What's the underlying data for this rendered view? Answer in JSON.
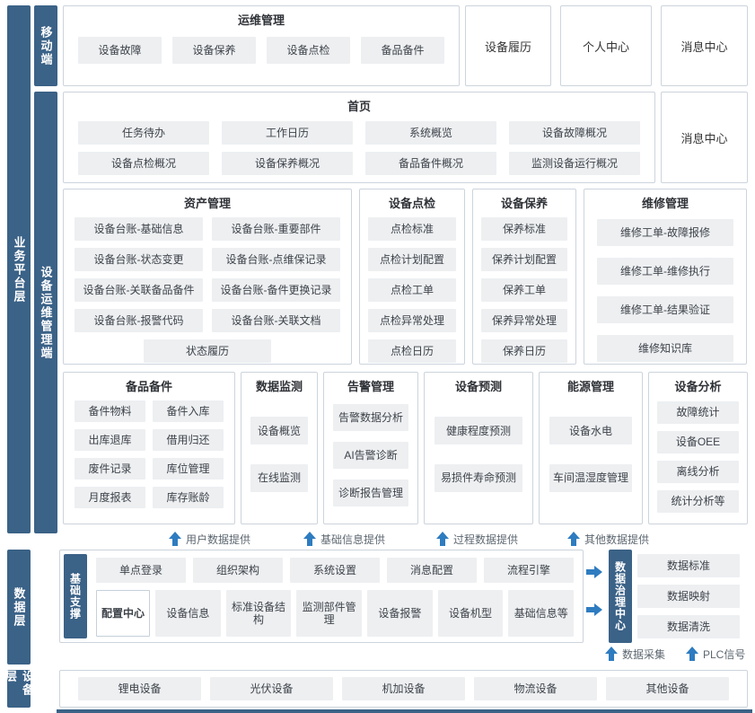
{
  "colors": {
    "bar": "#3b6287",
    "item_bg": "#edeff1",
    "arrow": "#2e7cc0"
  },
  "layer_labels": {
    "business": "业务平台层",
    "data": "数据层",
    "device": "设备层"
  },
  "mobile": {
    "label": "移动端",
    "ops": {
      "title": "运维管理",
      "items": [
        "设备故障",
        "设备保养",
        "设备点检",
        "备品备件"
      ]
    },
    "cards": [
      "设备履历",
      "个人中心",
      "消息中心"
    ]
  },
  "client": {
    "label": "设备运维管理端",
    "home": {
      "title": "首页",
      "row1": [
        "任务待办",
        "工作日历",
        "系统概览",
        "设备故障概况"
      ],
      "row2": [
        "设备点检概况",
        "设备保养概况",
        "备品备件概况",
        "监测设备运行概况"
      ]
    },
    "message_center": "消息中心",
    "asset": {
      "title": "资产管理",
      "items": [
        "设备台账-基础信息",
        "设备台账-重要部件",
        "设备台账-状态变更",
        "设备台账-点维保记录",
        "设备台账-关联备品备件",
        "设备台账-备件更换记录",
        "设备台账-报警代码",
        "设备台账-关联文档"
      ],
      "footer": "状态履历"
    },
    "inspection": {
      "title": "设备点检",
      "items": [
        "点检标准",
        "点检计划配置",
        "点检工单",
        "点检异常处理",
        "点检日历"
      ]
    },
    "maintenance": {
      "title": "设备保养",
      "items": [
        "保养标准",
        "保养计划配置",
        "保养工单",
        "保养异常处理",
        "保养日历"
      ]
    },
    "repair": {
      "title": "维修管理",
      "items": [
        "维修工单-故障报修",
        "维修工单-维修执行",
        "维修工单-结果验证",
        "维修知识库"
      ]
    },
    "spare": {
      "title": "备品备件",
      "items": [
        "备件物料",
        "备件入库",
        "出库退库",
        "借用归还",
        "废件记录",
        "库位管理",
        "月度报表",
        "库存账龄"
      ]
    },
    "monitor": {
      "title": "数据监测",
      "items": [
        "设备概览",
        "在线监测"
      ]
    },
    "alarm": {
      "title": "告警管理",
      "items": [
        "告警数据分析",
        "AI告警诊断",
        "诊断报告管理"
      ]
    },
    "predict": {
      "title": "设备预测",
      "items": [
        "健康程度预测",
        "易损件寿命预测"
      ]
    },
    "energy": {
      "title": "能源管理",
      "items": [
        "设备水电",
        "车间温湿度管理"
      ]
    },
    "analysis": {
      "title": "设备分析",
      "items": [
        "故障统计",
        "设备OEE",
        "离线分析",
        "统计分析等"
      ]
    }
  },
  "upflows": [
    "用户数据提供",
    "基础信息提供",
    "过程数据提供",
    "其他数据提供"
  ],
  "data_layer": {
    "support": {
      "label": "基础支撑",
      "row1": [
        "单点登录",
        "组织架构",
        "系统设置",
        "消息配置",
        "流程引擎"
      ],
      "hub": "配置中心",
      "row2": [
        "设备信息",
        "标准设备结构",
        "监测部件管理",
        "设备报警",
        "设备机型",
        "基础信息等"
      ]
    },
    "governance": {
      "label": "数据治理中心",
      "items": [
        "数据标准",
        "数据映射",
        "数据清洗"
      ]
    },
    "flows": [
      "数据采集",
      "PLC信号"
    ]
  },
  "device_layer": {
    "items": [
      "锂电设备",
      "光伏设备",
      "机加设备",
      "物流设备",
      "其他设备"
    ]
  }
}
